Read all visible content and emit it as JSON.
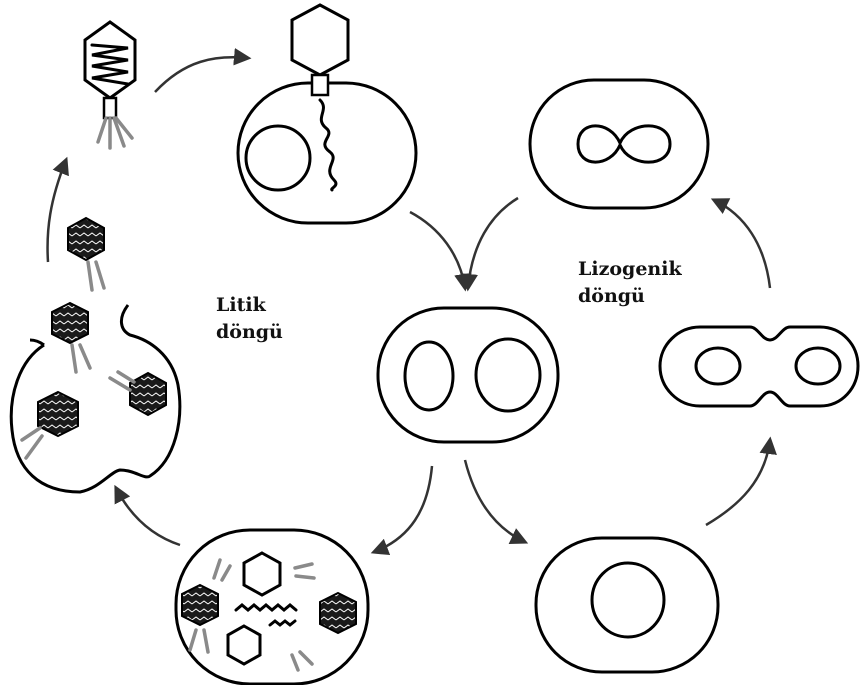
{
  "labels": {
    "lytic_line1": "Litik",
    "lytic_line2": "döngü",
    "lysogenic_line1": "Lizogenik",
    "lysogenic_line2": "döngü"
  },
  "colors": {
    "outline": "#000000",
    "arrow": "#333333",
    "tail_fibers": "#8a8a8a",
    "background": "#ffffff"
  }
}
